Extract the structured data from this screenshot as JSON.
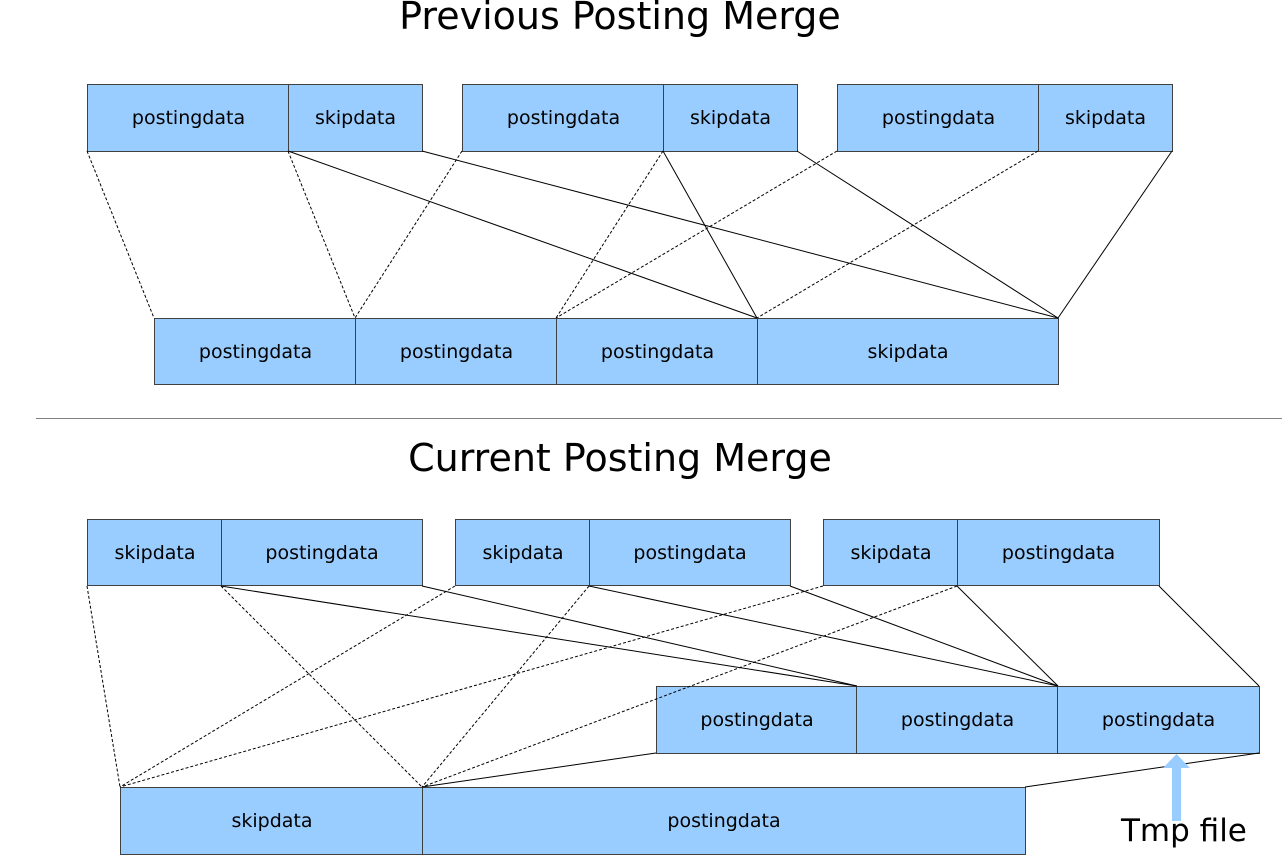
{
  "previous_section": {
    "title": "Previous Posting Merge",
    "source_segments": [
      {
        "posting": "postingdata",
        "skip": "skipdata"
      },
      {
        "posting": "postingdata",
        "skip": "skipdata"
      },
      {
        "posting": "postingdata",
        "skip": "skipdata"
      }
    ],
    "merged": [
      "postingdata",
      "postingdata",
      "postingdata",
      "skipdata"
    ]
  },
  "current_section": {
    "title": "Current Posting Merge",
    "source_segments": [
      {
        "skip": "skipdata",
        "posting": "postingdata"
      },
      {
        "skip": "skipdata",
        "posting": "postingdata"
      },
      {
        "skip": "skipdata",
        "posting": "postingdata"
      }
    ],
    "tmp_postings": [
      "postingdata",
      "postingdata",
      "postingdata"
    ],
    "merged": {
      "skip": "skipdata",
      "posting": "postingdata"
    },
    "tmp_label": "Tmp file"
  },
  "colors": {
    "box_fill": "#99ccff",
    "box_border": "#404040",
    "arrow": "#99ccff",
    "divider": "#808080"
  }
}
